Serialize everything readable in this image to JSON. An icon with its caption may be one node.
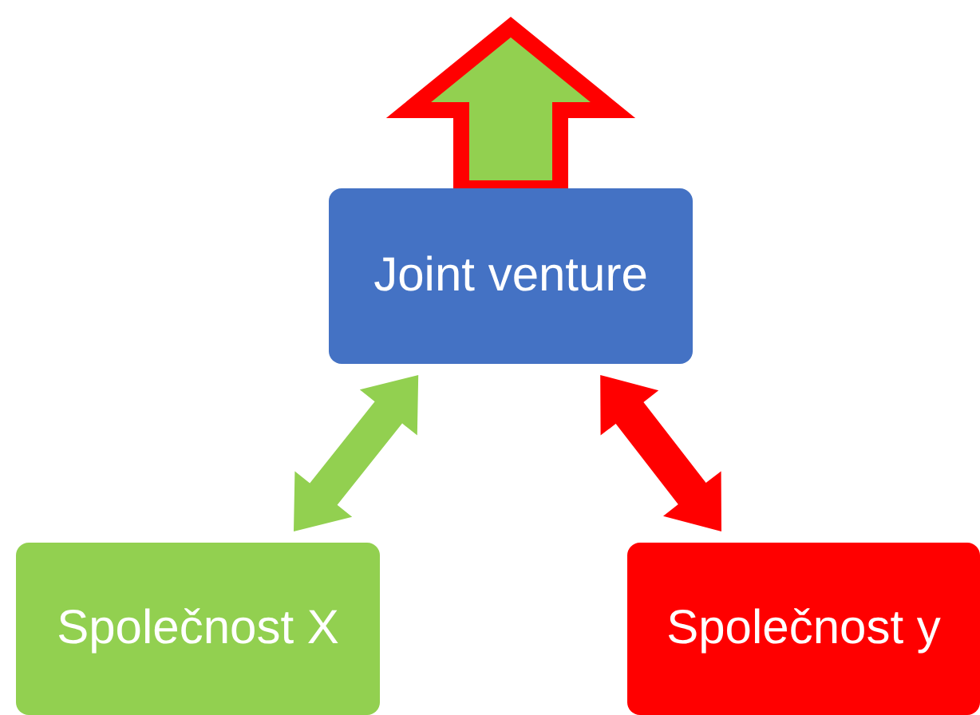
{
  "diagram": {
    "nodes": [
      {
        "text": [
          "Joint venture"
        ]
      },
      {
        "text": [
          "Společnost X"
        ]
      },
      {
        "text": [
          "Společnost y"
        ]
      }
    ],
    "edges": [
      {
        "from": 0,
        "to": null,
        "arrow": "to",
        "style": "thick",
        "color": "#92d050"
      },
      {
        "from": 1,
        "to": 0,
        "arrow": "both",
        "style": "thick",
        "color": "#92d050"
      },
      {
        "from": 2,
        "to": 0,
        "arrow": "both",
        "style": "thick",
        "color": "#ff0000"
      }
    ]
  }
}
